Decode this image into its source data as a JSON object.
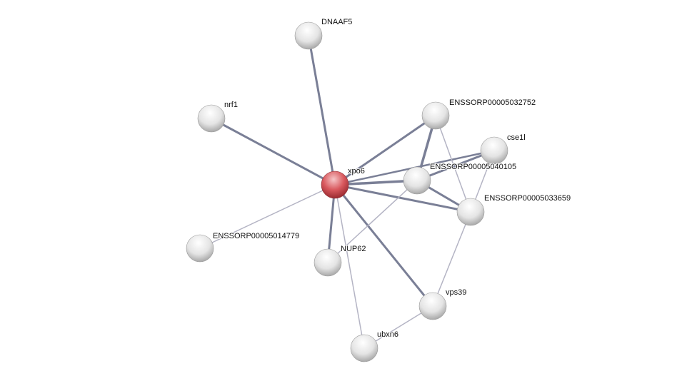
{
  "network": {
    "nodes": [
      {
        "id": "xpo6",
        "label": "xpo6",
        "query": true
      },
      {
        "id": "DNAAF5",
        "label": "DNAAF5"
      },
      {
        "id": "nrf1",
        "label": "nrf1"
      },
      {
        "id": "ENSSORP00005014779",
        "label": "ENSSORP00005014779"
      },
      {
        "id": "NUP62",
        "label": "NUP62"
      },
      {
        "id": "ubxn6",
        "label": "ubxn6"
      },
      {
        "id": "vps39",
        "label": "vps39"
      },
      {
        "id": "ENSSORP00005032752",
        "label": "ENSSORP00005032752"
      },
      {
        "id": "cse1l",
        "label": "cse1l"
      },
      {
        "id": "ENSSORP00005040105",
        "label": "ENSSORP00005040105"
      },
      {
        "id": "ENSSORP00005033659",
        "label": "ENSSORP00005033659"
      }
    ],
    "edges": [
      [
        "xpo6",
        "DNAAF5",
        3
      ],
      [
        "xpo6",
        "nrf1",
        3
      ],
      [
        "xpo6",
        "ENSSORP00005014779",
        1
      ],
      [
        "xpo6",
        "NUP62",
        3
      ],
      [
        "xpo6",
        "ubxn6",
        1
      ],
      [
        "xpo6",
        "vps39",
        3
      ],
      [
        "xpo6",
        "ENSSORP00005032752",
        3
      ],
      [
        "xpo6",
        "cse1l",
        2
      ],
      [
        "xpo6",
        "ENSSORP00005040105",
        4
      ],
      [
        "xpo6",
        "ENSSORP00005033659",
        3
      ],
      [
        "ENSSORP00005032752",
        "ENSSORP00005040105",
        4
      ],
      [
        "ENSSORP00005032752",
        "ENSSORP00005033659",
        1
      ],
      [
        "cse1l",
        "ENSSORP00005040105",
        3
      ],
      [
        "cse1l",
        "ENSSORP00005033659",
        1
      ],
      [
        "ENSSORP00005040105",
        "ENSSORP00005033659",
        3
      ],
      [
        "ENSSORP00005040105",
        "NUP62",
        1
      ],
      [
        "ENSSORP00005033659",
        "vps39",
        1
      ],
      [
        "vps39",
        "ubxn6",
        1
      ]
    ],
    "colors": {
      "query": "#d9595e",
      "node": "#e6e6e6",
      "edge_strong": "#7a7f96",
      "edge_weak": "#b4b4c4"
    }
  }
}
